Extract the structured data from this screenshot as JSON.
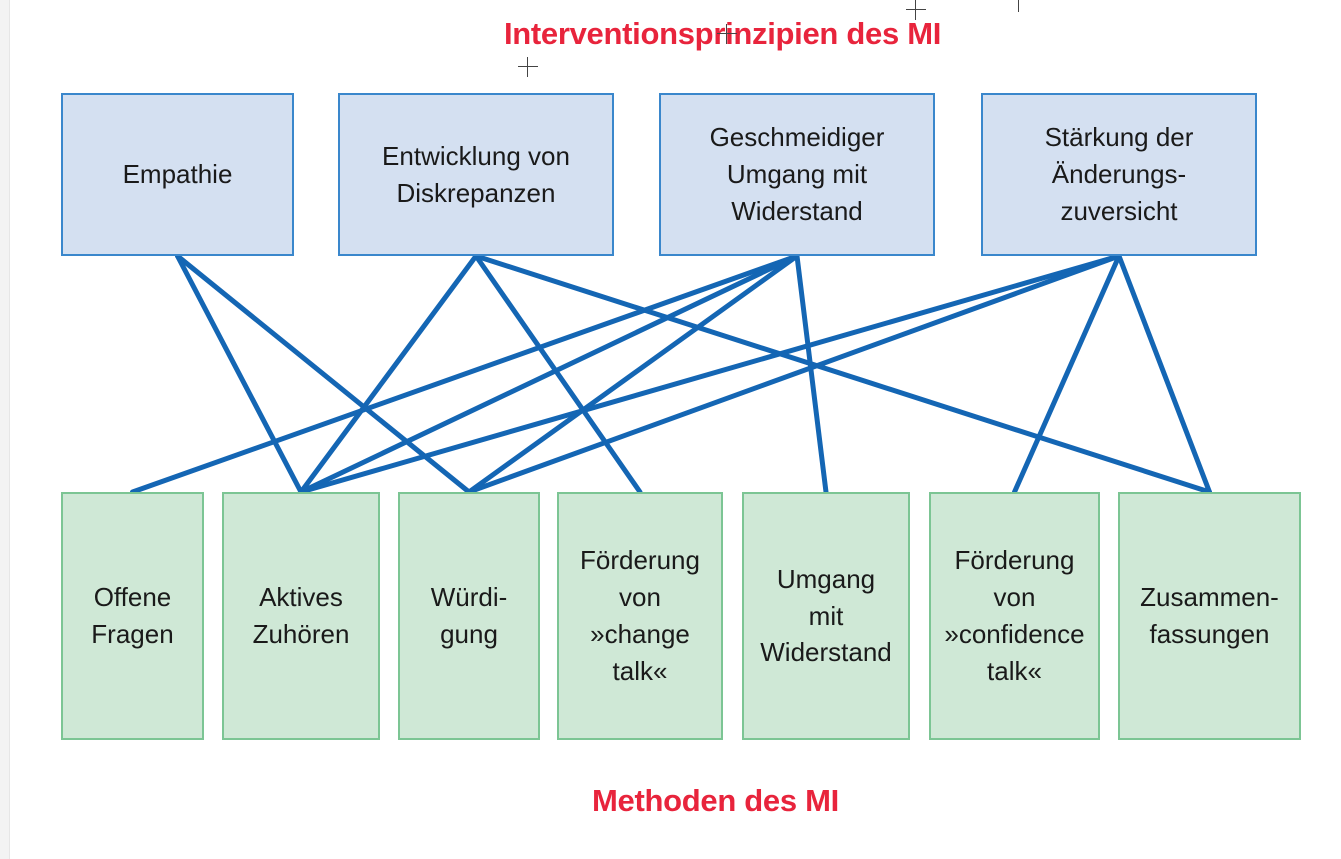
{
  "title_top": "Interventionsprinzipien des MI",
  "title_bottom": "Methoden des MI",
  "colors": {
    "title": "#e8243c",
    "link": "#1466b4",
    "principle_fill": "#d4e0f1",
    "principle_border": "#3a87cc",
    "method_fill": "#cfe8d6",
    "method_border": "#7cc594"
  },
  "principles": [
    {
      "id": "empathie",
      "label": "Empathie"
    },
    {
      "id": "diskrepanzen",
      "label": "Entwicklung von\nDiskrepanzen"
    },
    {
      "id": "widerstand",
      "label": "Geschmeidiger\nUmgang mit\nWiderstand"
    },
    {
      "id": "zuversicht",
      "label": "Stärkung der\nÄnderungs-\nzuversicht"
    }
  ],
  "methods": [
    {
      "id": "offene-fragen",
      "label": "Offene\nFragen"
    },
    {
      "id": "aktives-zuhoeren",
      "label": "Aktives\nZuhören"
    },
    {
      "id": "wuerdigung",
      "label": "Würdi-\ngung"
    },
    {
      "id": "change-talk",
      "label": "Förderung\nvon\n»change\ntalk«"
    },
    {
      "id": "umgang-widerstand",
      "label": "Umgang\nmit\nWiderstand"
    },
    {
      "id": "confidence-talk",
      "label": "Förderung\nvon\n»confidence\ntalk«"
    },
    {
      "id": "zusammenfassungen",
      "label": "Zusammen-\nfassungen"
    }
  ],
  "connections": [
    {
      "from": "empathie",
      "to": "aktives-zuhoeren"
    },
    {
      "from": "empathie",
      "to": "wuerdigung"
    },
    {
      "from": "diskrepanzen",
      "to": "aktives-zuhoeren"
    },
    {
      "from": "diskrepanzen",
      "to": "change-talk"
    },
    {
      "from": "diskrepanzen",
      "to": "zusammenfassungen"
    },
    {
      "from": "widerstand",
      "to": "offene-fragen"
    },
    {
      "from": "widerstand",
      "to": "aktives-zuhoeren"
    },
    {
      "from": "widerstand",
      "to": "wuerdigung"
    },
    {
      "from": "widerstand",
      "to": "umgang-widerstand"
    },
    {
      "from": "zuversicht",
      "to": "aktives-zuhoeren"
    },
    {
      "from": "zuversicht",
      "to": "wuerdigung"
    },
    {
      "from": "zuversicht",
      "to": "confidence-talk"
    },
    {
      "from": "zuversicht",
      "to": "zusammenfassungen"
    }
  ]
}
